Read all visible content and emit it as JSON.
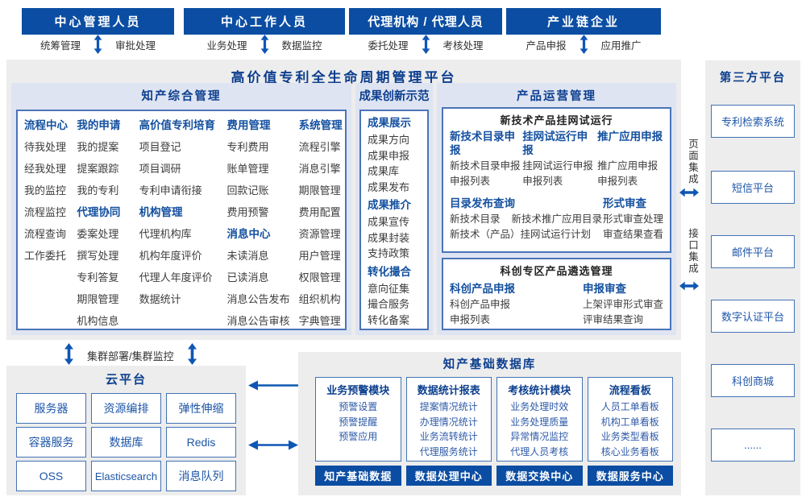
{
  "colors": {
    "primary": "#0b4da2",
    "arrow": "#0e56b4",
    "panel": "#ededed",
    "section": "#dfe4f2",
    "accent_text": "#14509f"
  },
  "actors": [
    {
      "title": "中心管理人员",
      "left": "统筹管理",
      "right": "审批处理"
    },
    {
      "title": "中心工作人员",
      "left": "业务处理",
      "right": "数据监控"
    },
    {
      "title": "代理机构 / 代理人员",
      "left": "委托处理",
      "right": "考核处理"
    },
    {
      "title": "产业链企业",
      "left": "产品申报",
      "right": "应用推广"
    }
  ],
  "platform_title": "高价值专利全生命周期管理平台",
  "ip": {
    "title": "知产综合管理",
    "cols": [
      {
        "groups": [
          {
            "h": "流程中心",
            "items": [
              "待我处理",
              "经我处理",
              "我的监控",
              "流程监控",
              "流程查询",
              "工作委托"
            ]
          }
        ]
      },
      {
        "groups": [
          {
            "h": "我的申请",
            "items": [
              "我的提案",
              "提案跟踪",
              "我的专利"
            ]
          },
          {
            "h": "代理协同",
            "items": [
              "委案处理",
              "撰写处理",
              "专利答复",
              "期限管理",
              "机构信息"
            ]
          }
        ]
      },
      {
        "groups": [
          {
            "h": "高价值专利培育",
            "items": [
              "项目登记",
              "项目调研",
              "专利申请衔接"
            ]
          },
          {
            "h": "机构管理",
            "items": [
              "代理机构库",
              "机构年度评价",
              "代理人年度评价",
              "数据统计"
            ]
          }
        ]
      },
      {
        "groups": [
          {
            "h": "费用管理",
            "items": [
              "专利费用",
              "账单管理",
              "回款记账",
              "费用预警"
            ]
          },
          {
            "h": "消息中心",
            "items": [
              "未读消息",
              "已读消息",
              "消息公告发布",
              "消息公告审核"
            ]
          }
        ]
      },
      {
        "groups": [
          {
            "h": "系统管理",
            "items": [
              "流程引擎",
              "消息引擎",
              "期限管理",
              "费用配置",
              "资源管理",
              "用户管理",
              "权限管理",
              "组织机构",
              "字典管理"
            ]
          }
        ]
      }
    ]
  },
  "achv": {
    "title": "成果创新示范",
    "groups": [
      {
        "h": "成果展示",
        "items": [
          "成果方向",
          "成果申报",
          "成果库",
          "成果发布"
        ]
      },
      {
        "h": "成果推介",
        "items": [
          "成果宣传",
          "成果封装",
          "支持政策"
        ]
      },
      {
        "h": "转化撮合",
        "items": [
          "意向征集",
          "撮合服务",
          "转化备案"
        ]
      }
    ]
  },
  "product": {
    "title": "产品运营管理",
    "box1": {
      "title": "新技术产品挂网试运行",
      "cols": [
        {
          "h": "新技术目录申报",
          "items": [
            "新技术目录申报",
            "申报列表"
          ]
        },
        {
          "h": "挂网试运行申报",
          "items": [
            "挂网试运行申报",
            "申报列表"
          ]
        },
        {
          "h": "推广应用申报",
          "items": [
            "推广应用申报",
            "申报列表"
          ]
        }
      ],
      "catalog": {
        "h": "目录发布查询",
        "row1a": "新技术目录",
        "row1b": "新技术推广应用目录",
        "row2": "新技术（产品）挂网试运行计划"
      },
      "review": {
        "h": "形式审查",
        "items": [
          "形式审查处理",
          "审查结果查看"
        ]
      }
    },
    "box2": {
      "title": "科创专区产品遴选管理",
      "cols": [
        {
          "h": "科创产品申报",
          "items": [
            "科创产品申报",
            "申报列表"
          ]
        },
        {
          "h": "申报审查",
          "items": [
            "上架评审形式审查",
            "评审结果查询"
          ]
        }
      ]
    }
  },
  "third_party": {
    "title": "第三方平台",
    "items": [
      "专利检索系统",
      "短信平台",
      "邮件平台",
      "数字认证平台",
      "科创商城",
      "......"
    ],
    "page_integration": "页面集成",
    "api_integration": "接口集成"
  },
  "cluster_label": "集群部署/集群监控",
  "cloud": {
    "title": "云平台",
    "items": [
      "服务器",
      "资源编排",
      "弹性伸缩",
      "容器服务",
      "数据库",
      "Redis",
      "OSS",
      "Elasticsearch",
      "消息队列"
    ]
  },
  "database": {
    "title": "知产基础数据库",
    "cols": [
      {
        "h": "业务预警模块",
        "items": [
          "预警设置",
          "预警提醒",
          "预警应用"
        ],
        "footer": "知产基础数据"
      },
      {
        "h": "数据统计报表",
        "items": [
          "提案情况统计",
          "办理情况统计",
          "业务流转统计",
          "代理服务统计"
        ],
        "footer": "数据处理中心"
      },
      {
        "h": "考核统计模块",
        "items": [
          "业务处理时效",
          "业务处理质量",
          "异常情况监控",
          "代理人员考核"
        ],
        "footer": "数据交换中心"
      },
      {
        "h": "流程看板",
        "items": [
          "人员工单看板",
          "机构工单看板",
          "业务类型看板",
          "核心业务看板"
        ],
        "footer": "数据服务中心"
      }
    ]
  }
}
